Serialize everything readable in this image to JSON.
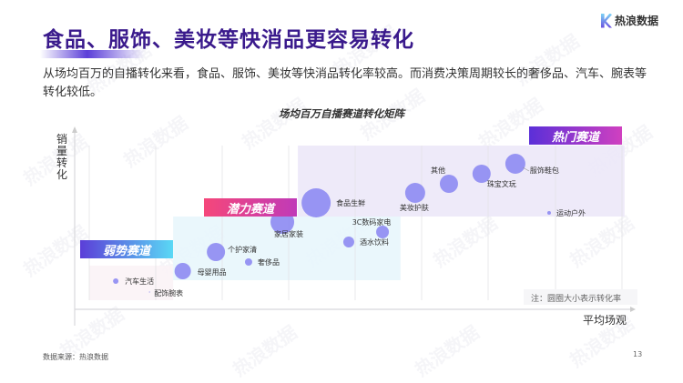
{
  "title": "食品、服饰、美妆等快消品更容易转化",
  "logo": "热浪数据",
  "description": "从场均百万的自播转化来看，食品、服饰、美妆等快消品转化率较高。而消费决策周期较长的奢侈品、汽车、腕表等转化较低。",
  "watermark": "热浪数据",
  "footer": {
    "source": "数据来源：热浪数据",
    "page": "13"
  },
  "colors": {
    "bubble": "#8f8cf2",
    "title": "#3a1a8c",
    "hot_zone": "#ece8f8",
    "potential_zone": "#e8f6fc",
    "weak_zone": "#fbf3f6"
  },
  "chart_data": {
    "type": "scatter",
    "title": "场均百万自播赛道转化矩阵",
    "xlabel": "平均场观",
    "ylabel": "销量转化",
    "note": "注：圆圈大小表示转化率",
    "xlim": [
      0,
      10
    ],
    "ylim": [
      0,
      10
    ],
    "grid": "vertical",
    "zones": [
      {
        "name": "弱势赛道",
        "x": [
          0.26,
          1.75
        ],
        "y": [
          0.5,
          2.4
        ]
      },
      {
        "name": "潜力赛道",
        "x": [
          1.75,
          5.79
        ],
        "y": [
          1.6,
          5.1
        ]
      },
      {
        "name": "热门赛道",
        "x": [
          3.965,
          9.77
        ],
        "y": [
          5.1,
          9.0
        ]
      }
    ],
    "points": [
      {
        "name": "汽车生活",
        "x": 0.73,
        "y": 1.55,
        "size": 3
      },
      {
        "name": "配饰腕表",
        "x": 1.33,
        "y": 0.95,
        "size": 0.6
      },
      {
        "name": "母婴用品",
        "x": 1.92,
        "y": 2.1,
        "size": 9
      },
      {
        "name": "个护家清",
        "x": 2.51,
        "y": 3.15,
        "size": 10
      },
      {
        "name": "奢侈品",
        "x": 3.09,
        "y": 2.6,
        "size": 4
      },
      {
        "name": "家居家装",
        "x": 3.69,
        "y": 4.8,
        "size": 13
      },
      {
        "name": "食品生鲜",
        "x": 4.29,
        "y": 5.85,
        "size": 16
      },
      {
        "name": "酒水饮料",
        "x": 4.87,
        "y": 3.7,
        "size": 6
      },
      {
        "name": "3C数码家电",
        "x": 5.47,
        "y": 4.25,
        "size": 7
      },
      {
        "name": "美妆护肤",
        "x": 6.05,
        "y": 6.4,
        "size": 11
      },
      {
        "name": "其他",
        "x": 6.65,
        "y": 6.9,
        "size": 10
      },
      {
        "name": "珠宝文玩",
        "x": 7.23,
        "y": 7.45,
        "size": 10
      },
      {
        "name": "服饰鞋包",
        "x": 7.83,
        "y": 8.0,
        "size": 11
      },
      {
        "name": "运动户外",
        "x": 8.43,
        "y": 5.3,
        "size": 2
      }
    ]
  }
}
